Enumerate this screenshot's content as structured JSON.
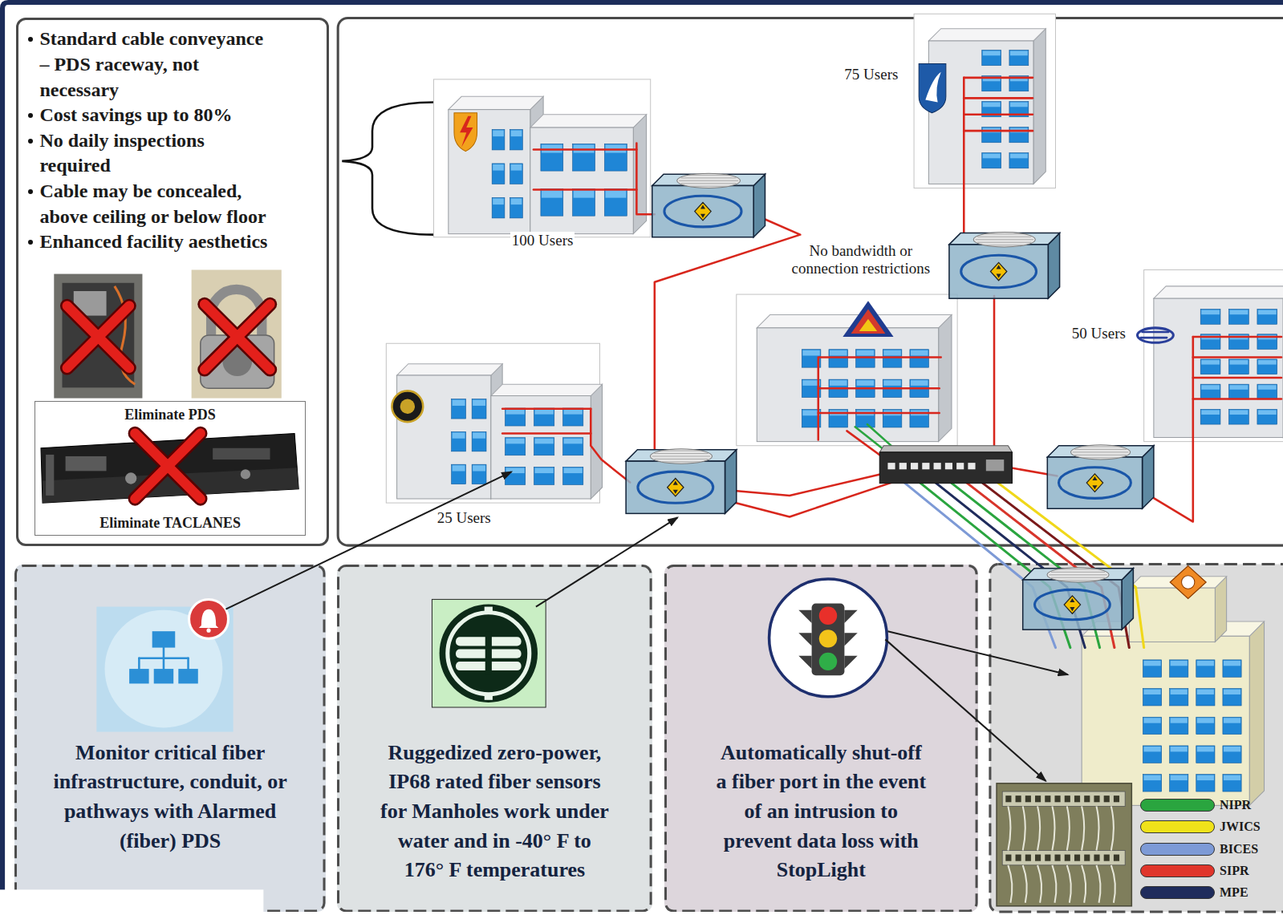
{
  "diagram": {
    "nodes": [
      {
        "text": [
          "Standard cable conveyance – PDS raceway, not necessary",
          "Cost savings up to 80%",
          "No daily inspections required",
          "Cable may be concealed, above ceiling or below floor",
          "Enhanced facility aesthetics"
        ]
      },
      {
        "text": [
          "Eliminate PDS",
          "Eliminate TACLANES"
        ],
        "in": 0
      },
      {
        "text": [
          "Monitor critical fiber infrastructure, conduit, or pathways with Alarmed (fiber) PDS"
        ]
      },
      {
        "text": [
          "Ruggedized zero-power, IP68 rated fiber sensors for Manholes work under water and in -40° F to 176° F temperatures"
        ]
      },
      {
        "text": [
          "Automatically shut-off a fiber port in the event of an intrusion to prevent data loss with StopLight"
        ]
      }
    ],
    "labels": [
      "75 Users",
      "100 Users",
      "No bandwidth or connection restrictions",
      "50 Users",
      "25 Users"
    ],
    "legend": [
      {
        "text": "NIPR",
        "color": "#2aa53f"
      },
      {
        "text": "JWICS",
        "color": "#f0e21a"
      },
      {
        "text": "BICES",
        "color": "#7d9ad6"
      },
      {
        "text": "SIPR",
        "color": "#e0352b"
      },
      {
        "text": "MPE",
        "color": "#1f2c5c"
      }
    ]
  }
}
